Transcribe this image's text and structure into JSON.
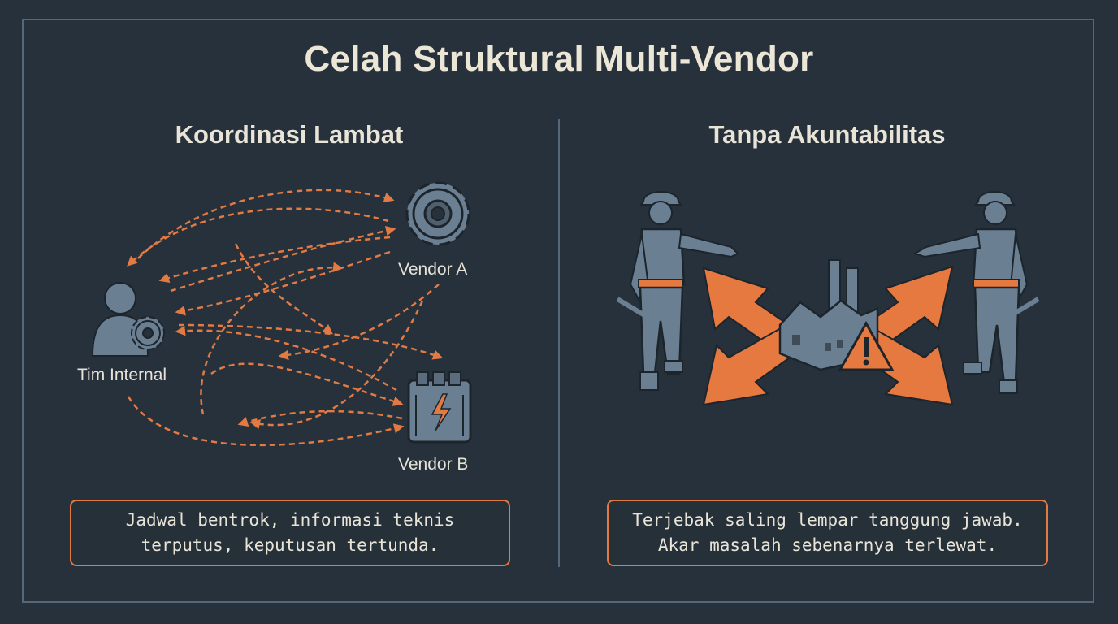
{
  "title": "Celah Struktural Multi-Vendor",
  "left_panel": {
    "heading": "Koordinasi Lambat",
    "nodes": {
      "internal": "Tim Internal",
      "vendor_a": "Vendor A",
      "vendor_b": "Vendor B"
    },
    "caption": {
      "line1": "Jadwal bentrok, informasi teknis",
      "line2": "terputus, keputusan tertunda."
    }
  },
  "right_panel": {
    "heading": "Tanpa Akuntabilitas",
    "caption": {
      "line1": "Terjebak saling lempar tanggung jawab.",
      "line2": "Akar masalah sebenarnya terlewat."
    }
  },
  "colors": {
    "background": "#27313b",
    "accent": "#e27a43",
    "icon": "#6b7f92",
    "text": "#e9e4d8"
  }
}
